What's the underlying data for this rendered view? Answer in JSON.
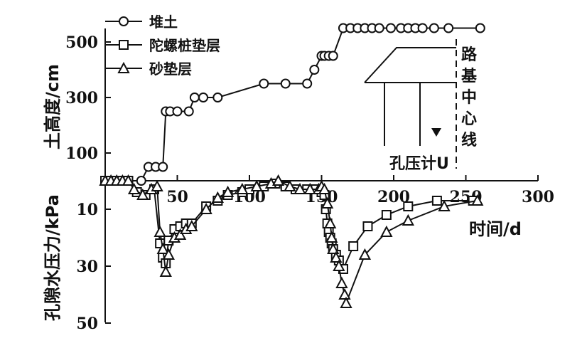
{
  "chart_data": {
    "type": "line",
    "x_axis": {
      "label": "时间/d",
      "range": [
        0,
        300
      ],
      "ticks": [
        50,
        100,
        150,
        200,
        250,
        300
      ]
    },
    "upper_panel": {
      "ylabel": "土高度/cm",
      "ylim": [
        0,
        550
      ],
      "ticks": [
        100,
        300,
        500
      ],
      "series": [
        {
          "name": "堆土",
          "marker": "circle",
          "points": [
            [
              0,
              0
            ],
            [
              2,
              0
            ],
            [
              5,
              0
            ],
            [
              8,
              0
            ],
            [
              10,
              0
            ],
            [
              12,
              0
            ],
            [
              14,
              0
            ],
            [
              16,
              0
            ],
            [
              25,
              0
            ],
            [
              30,
              50
            ],
            [
              35,
              50
            ],
            [
              40,
              50
            ],
            [
              42,
              250
            ],
            [
              45,
              250
            ],
            [
              50,
              250
            ],
            [
              58,
              250
            ],
            [
              62,
              300
            ],
            [
              68,
              300
            ],
            [
              78,
              300
            ],
            [
              110,
              350
            ],
            [
              125,
              350
            ],
            [
              140,
              350
            ],
            [
              145,
              400
            ],
            [
              150,
              450
            ],
            [
              152,
              450
            ],
            [
              155,
              450
            ],
            [
              158,
              450
            ],
            [
              165,
              550
            ],
            [
              170,
              550
            ],
            [
              175,
              550
            ],
            [
              180,
              550
            ],
            [
              185,
              550
            ],
            [
              190,
              550
            ],
            [
              198,
              550
            ],
            [
              205,
              550
            ],
            [
              210,
              550
            ],
            [
              215,
              550
            ],
            [
              220,
              550
            ],
            [
              228,
              550
            ],
            [
              238,
              550
            ],
            [
              260,
              550
            ]
          ]
        }
      ]
    },
    "lower_panel": {
      "ylabel": "孔隙水压力/kPa",
      "ylim": [
        0,
        50
      ],
      "inverted": true,
      "ticks": [
        10,
        30,
        50
      ],
      "series": [
        {
          "name": "陀螺桩垫层",
          "marker": "square",
          "points": [
            [
              0,
              0
            ],
            [
              4,
              0
            ],
            [
              8,
              0
            ],
            [
              12,
              0
            ],
            [
              16,
              0
            ],
            [
              22,
              4
            ],
            [
              28,
              5
            ],
            [
              34,
              3
            ],
            [
              38,
              22
            ],
            [
              40,
              27
            ],
            [
              42,
              29
            ],
            [
              44,
              21
            ],
            [
              48,
              17
            ],
            [
              52,
              16
            ],
            [
              56,
              15
            ],
            [
              60,
              15
            ],
            [
              70,
              9
            ],
            [
              78,
              7
            ],
            [
              85,
              5
            ],
            [
              95,
              4
            ],
            [
              100,
              3
            ],
            [
              110,
              2
            ],
            [
              118,
              1
            ],
            [
              125,
              2
            ],
            [
              132,
              3
            ],
            [
              140,
              3
            ],
            [
              146,
              3
            ],
            [
              150,
              4
            ],
            [
              152,
              5
            ],
            [
              153,
              10
            ],
            [
              154,
              15
            ],
            [
              155,
              18
            ],
            [
              156,
              20
            ],
            [
              157,
              22
            ],
            [
              158,
              24
            ],
            [
              160,
              26
            ],
            [
              162,
              28
            ],
            [
              165,
              31
            ],
            [
              172,
              23
            ],
            [
              182,
              16
            ],
            [
              195,
              12
            ],
            [
              210,
              9
            ],
            [
              230,
              7
            ],
            [
              255,
              7
            ]
          ]
        },
        {
          "name": "砂垫层",
          "marker": "triangle",
          "points": [
            [
              0,
              0
            ],
            [
              4,
              0
            ],
            [
              8,
              0
            ],
            [
              12,
              0
            ],
            [
              16,
              0
            ],
            [
              20,
              3
            ],
            [
              26,
              5
            ],
            [
              32,
              3
            ],
            [
              36,
              2
            ],
            [
              38,
              18
            ],
            [
              40,
              24
            ],
            [
              42,
              32
            ],
            [
              44,
              26
            ],
            [
              48,
              20
            ],
            [
              52,
              19
            ],
            [
              56,
              17
            ],
            [
              60,
              16
            ],
            [
              70,
              10
            ],
            [
              78,
              6
            ],
            [
              85,
              4
            ],
            [
              95,
              3
            ],
            [
              105,
              2
            ],
            [
              115,
              1
            ],
            [
              120,
              0
            ],
            [
              128,
              2
            ],
            [
              135,
              3
            ],
            [
              142,
              3
            ],
            [
              148,
              3
            ],
            [
              150,
              2
            ],
            [
              152,
              3
            ],
            [
              154,
              8
            ],
            [
              156,
              15
            ],
            [
              157,
              20
            ],
            [
              158,
              24
            ],
            [
              160,
              27
            ],
            [
              162,
              30
            ],
            [
              164,
              36
            ],
            [
              166,
              40
            ],
            [
              167,
              43
            ],
            [
              180,
              26
            ],
            [
              195,
              18
            ],
            [
              210,
              14
            ],
            [
              235,
              9
            ],
            [
              258,
              7
            ]
          ]
        }
      ]
    },
    "legend": {
      "placement": "top-left",
      "entries": [
        "堆土",
        "陀螺桩垫层",
        "砂垫层"
      ]
    },
    "inset": {
      "vertical_text": [
        "路",
        "基",
        "中",
        "心",
        "线"
      ],
      "label": "孔压计U"
    }
  }
}
